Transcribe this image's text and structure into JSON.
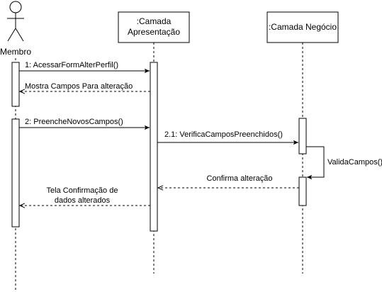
{
  "actor": {
    "label": "Membro"
  },
  "participants": [
    {
      "lines": [
        ":Camada",
        "Apresentação"
      ]
    },
    {
      "lines": [
        ":Camada Negócio"
      ]
    }
  ],
  "messages": {
    "m1": "1: AcessarFormAlterPerfil()",
    "r1": "Mostra Campos Para alteração",
    "m2": "2: PreencheNovosCampos()",
    "m21": "2.1: VerificaCamposPreenchidos()",
    "self": "ValidaCampos()",
    "r2": "Confirma alteração",
    "r3_line1": "Tela Confirmação de",
    "r3_line2": "dados alterados"
  },
  "colors": {
    "stroke": "#000000",
    "fill": "#ffffff",
    "text": "#000000"
  }
}
